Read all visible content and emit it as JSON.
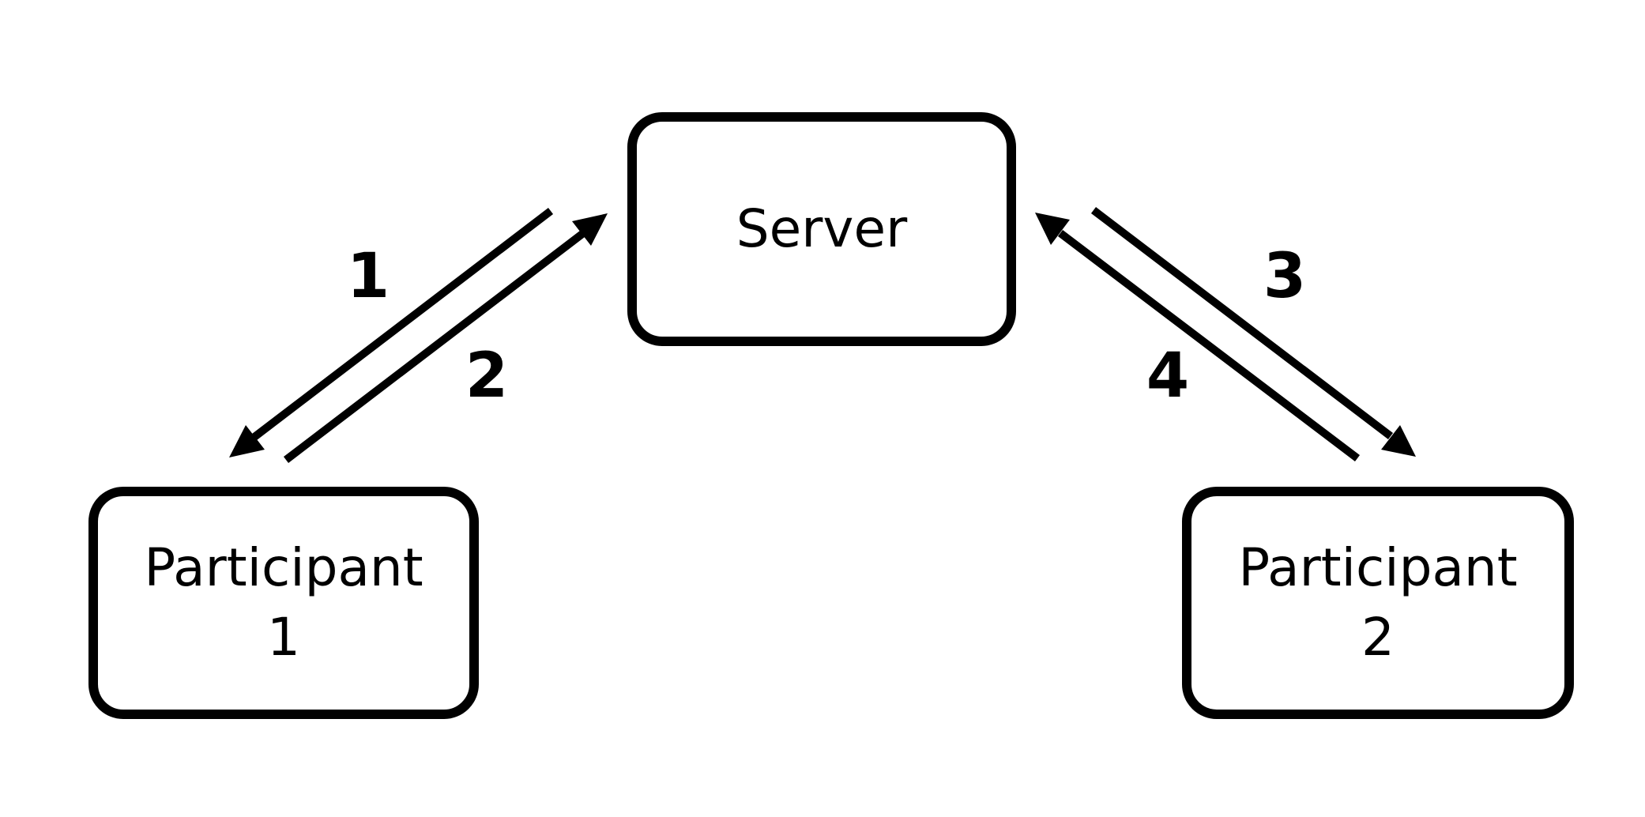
{
  "diagram": {
    "nodes": [
      {
        "id": "server",
        "lines": [
          "Server"
        ]
      },
      {
        "id": "participant-1",
        "lines": [
          "Participant",
          "1"
        ]
      },
      {
        "id": "participant-2",
        "lines": [
          "Participant",
          "2"
        ]
      }
    ],
    "edges": [
      {
        "id": "1",
        "from": "server",
        "to": "participant-1",
        "label": "1"
      },
      {
        "id": "2",
        "from": "participant-1",
        "to": "server",
        "label": "2"
      },
      {
        "id": "3",
        "from": "server",
        "to": "participant-2",
        "label": "3"
      },
      {
        "id": "4",
        "from": "participant-2",
        "to": "server",
        "label": "4"
      }
    ]
  },
  "colors": {
    "stroke": "#000000",
    "background": "#ffffff"
  }
}
